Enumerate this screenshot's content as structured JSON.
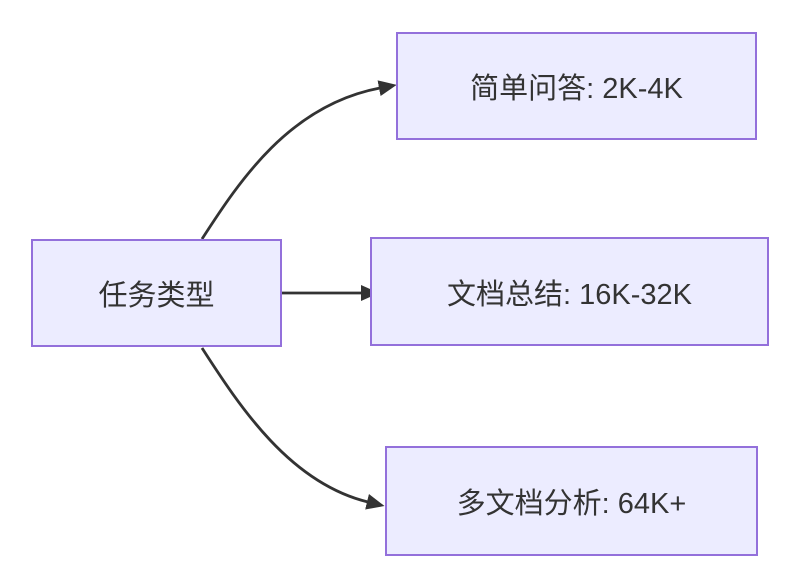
{
  "diagram": {
    "type": "flowchart",
    "root": {
      "label": "任务类型"
    },
    "branches": [
      {
        "id": "simple-qa",
        "label": "简单问答: 2K-4K"
      },
      {
        "id": "doc-summary",
        "label": "文档总结: 16K-32K"
      },
      {
        "id": "multi-doc",
        "label": "多文档分析: 64K+"
      }
    ],
    "edges": [
      {
        "from": "任务类型",
        "to": "简单问答: 2K-4K"
      },
      {
        "from": "任务类型",
        "to": "文档总结: 16K-32K"
      },
      {
        "from": "任务类型",
        "to": "多文档分析: 64K+"
      }
    ],
    "colors": {
      "node_fill": "#ECECFF",
      "node_border": "#9370DB",
      "arrow": "#333333",
      "text": "#333333",
      "background": "#FFFFFF"
    }
  }
}
